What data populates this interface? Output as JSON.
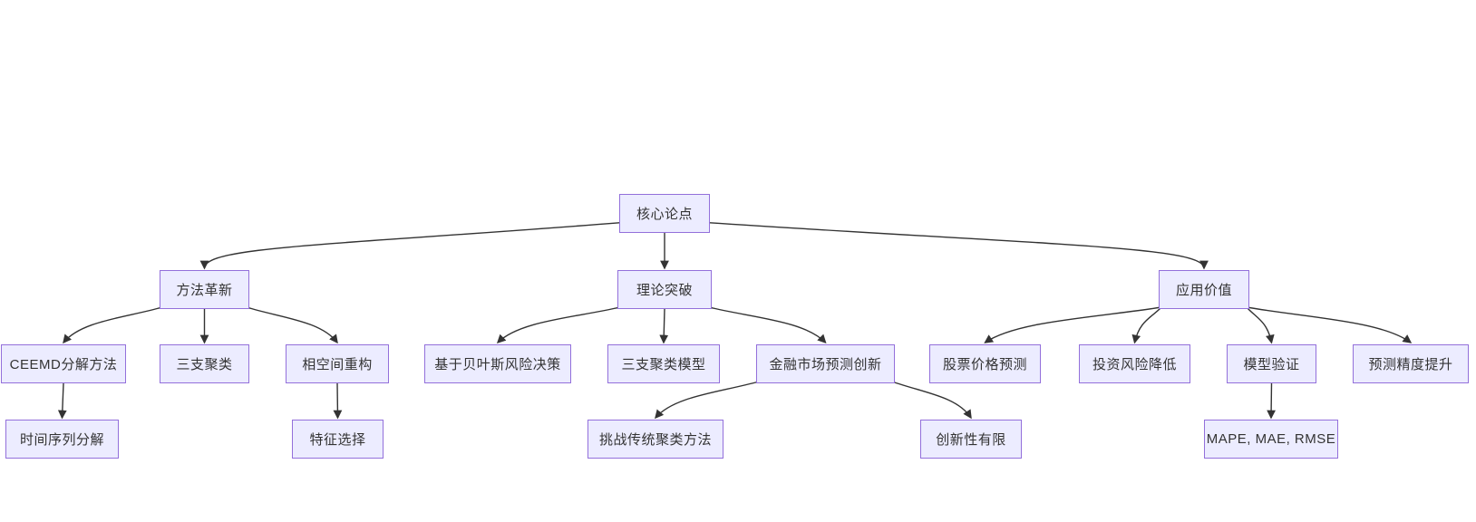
{
  "page": {
    "background": "#ffffff"
  },
  "diagram": {
    "type": "flowchart",
    "direction": "top-down",
    "style": {
      "node_fill": "#ECECFF",
      "node_border": "#9370DB",
      "node_text_color": "#333333",
      "edge_color": "#333333"
    },
    "nodes": {
      "core": {
        "label": "核心论点"
      },
      "method": {
        "label": "方法革新"
      },
      "theory": {
        "label": "理论突破"
      },
      "application": {
        "label": "应用价值"
      },
      "ceemd": {
        "label": "CEEMD分解方法"
      },
      "threeway": {
        "label": "三支聚类"
      },
      "phase": {
        "label": "相空间重构"
      },
      "bayes": {
        "label": "基于贝叶斯风险决策"
      },
      "threemodel": {
        "label": "三支聚类模型"
      },
      "finance": {
        "label": "金融市场预测创新"
      },
      "stock": {
        "label": "股票价格预测"
      },
      "invest": {
        "label": "投资风险降低"
      },
      "validation": {
        "label": "模型验证"
      },
      "accuracy": {
        "label": "预测精度提升"
      },
      "timeseries": {
        "label": "时间序列分解"
      },
      "feature": {
        "label": "特征选择"
      },
      "challenge": {
        "label": "挑战传统聚类方法"
      },
      "limited": {
        "label": "创新性有限"
      },
      "metrics": {
        "label": "MAPE, MAE, RMSE"
      }
    },
    "edges": [
      {
        "from": "core",
        "to": "method"
      },
      {
        "from": "core",
        "to": "theory"
      },
      {
        "from": "core",
        "to": "application"
      },
      {
        "from": "method",
        "to": "ceemd"
      },
      {
        "from": "method",
        "to": "threeway"
      },
      {
        "from": "method",
        "to": "phase"
      },
      {
        "from": "theory",
        "to": "bayes"
      },
      {
        "from": "theory",
        "to": "threemodel"
      },
      {
        "from": "theory",
        "to": "finance"
      },
      {
        "from": "application",
        "to": "stock"
      },
      {
        "from": "application",
        "to": "invest"
      },
      {
        "from": "application",
        "to": "validation"
      },
      {
        "from": "application",
        "to": "accuracy"
      },
      {
        "from": "finance",
        "to": "challenge"
      },
      {
        "from": "finance",
        "to": "limited"
      },
      {
        "from": "ceemd",
        "to": "timeseries"
      },
      {
        "from": "phase",
        "to": "feature"
      },
      {
        "from": "validation",
        "to": "metrics"
      }
    ]
  }
}
